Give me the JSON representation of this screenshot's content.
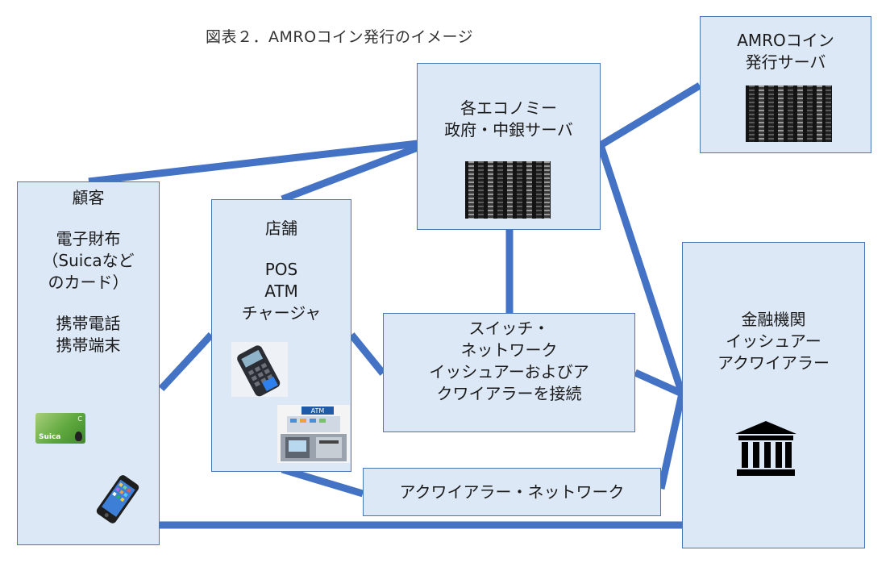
{
  "title": "図表２．AMROコイン発行のイメージ",
  "colors": {
    "box_fill": "#dce8f6",
    "box_border": "#4a76b8",
    "connector": "#4472c4"
  },
  "nodes": {
    "amro_server": {
      "lines": [
        "AMROコイン",
        "発行サーバ"
      ],
      "icon": "server-rack-icon"
    },
    "gov_server": {
      "lines": [
        "各エコノミー",
        "政府・中銀サーバ"
      ],
      "icon": "server-rack-icon"
    },
    "customer": {
      "heading": "顧客",
      "wallet_lines": [
        "電子財布",
        "（Suicaなど",
        "のカード）"
      ],
      "phone_lines": [
        "携帯電話",
        "携帯端末"
      ],
      "icons": [
        "suica-card-icon",
        "smartphone-icon"
      ],
      "card_text": {
        "brand": "Suica",
        "mark": "C"
      }
    },
    "store": {
      "heading": "店舗",
      "lines": [
        "POS",
        "ATM",
        "チャージャ"
      ],
      "icons": [
        "card-terminal-icon",
        "atm-icon"
      ],
      "atm_sign": "ATM"
    },
    "switch": {
      "lines": [
        "スイッチ・",
        "ネットワーク",
        "イッシュアーおよびア",
        "クワイアラーを接続"
      ]
    },
    "financial": {
      "lines": [
        "金融機関",
        "イッシュアー",
        "アクワイアラー"
      ],
      "icon": "bank-icon"
    },
    "acquirer_network": {
      "label": "アクワイアラー・ネットワーク"
    }
  }
}
